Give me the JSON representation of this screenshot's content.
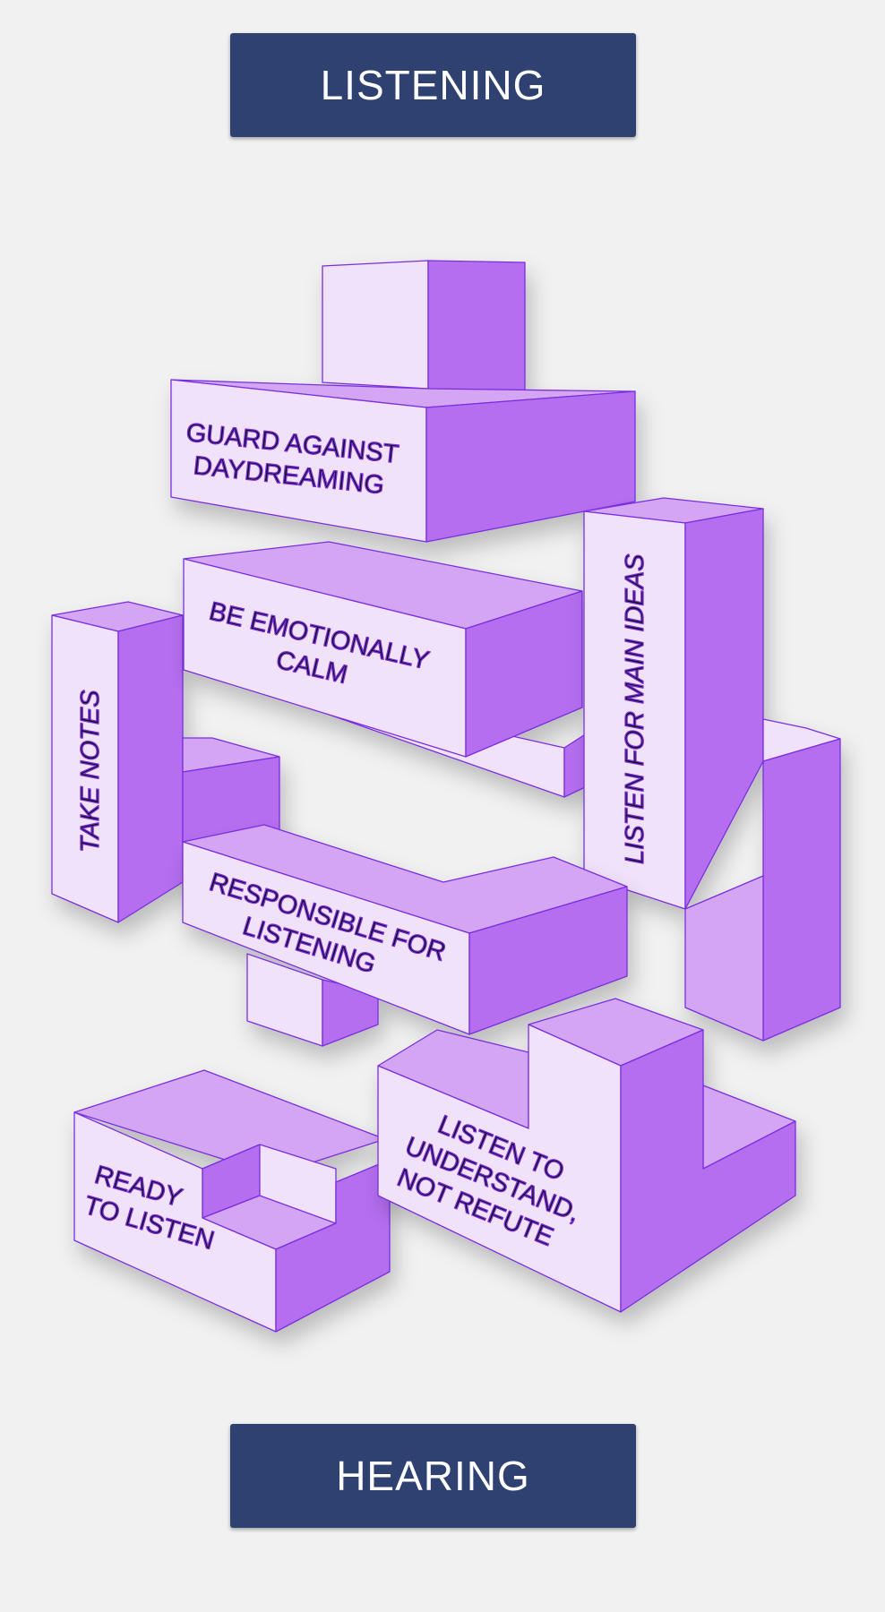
{
  "header": {
    "title": "LISTENING"
  },
  "footer": {
    "title": "HEARING"
  },
  "blocks": {
    "guard_daydreaming": {
      "line1": "GUARD AGAINST",
      "line2": "DAYDREAMING"
    },
    "emotionally_calm": {
      "line1": "BE EMOTIONALLY",
      "line2": "CALM"
    },
    "take_notes": {
      "label": "TAKE NOTES"
    },
    "main_ideas": {
      "label": "LISTEN FOR MAIN IDEAS"
    },
    "responsible": {
      "line1": "RESPONSIBLE FOR",
      "line2": "LISTENING"
    },
    "ready": {
      "line1": "READY",
      "line2": "TO LISTEN"
    },
    "understand": {
      "line1": "LISTEN TO",
      "line2": "UNDERSTAND,",
      "line3": "NOT REFUTE"
    }
  },
  "colors": {
    "banner": "#2e4171",
    "face_light": "#f1e2fb",
    "face_top": "#d3a5f3",
    "face_side": "#b56ef0",
    "edge": "#7a2fe0",
    "background": "#f1f1f2"
  }
}
